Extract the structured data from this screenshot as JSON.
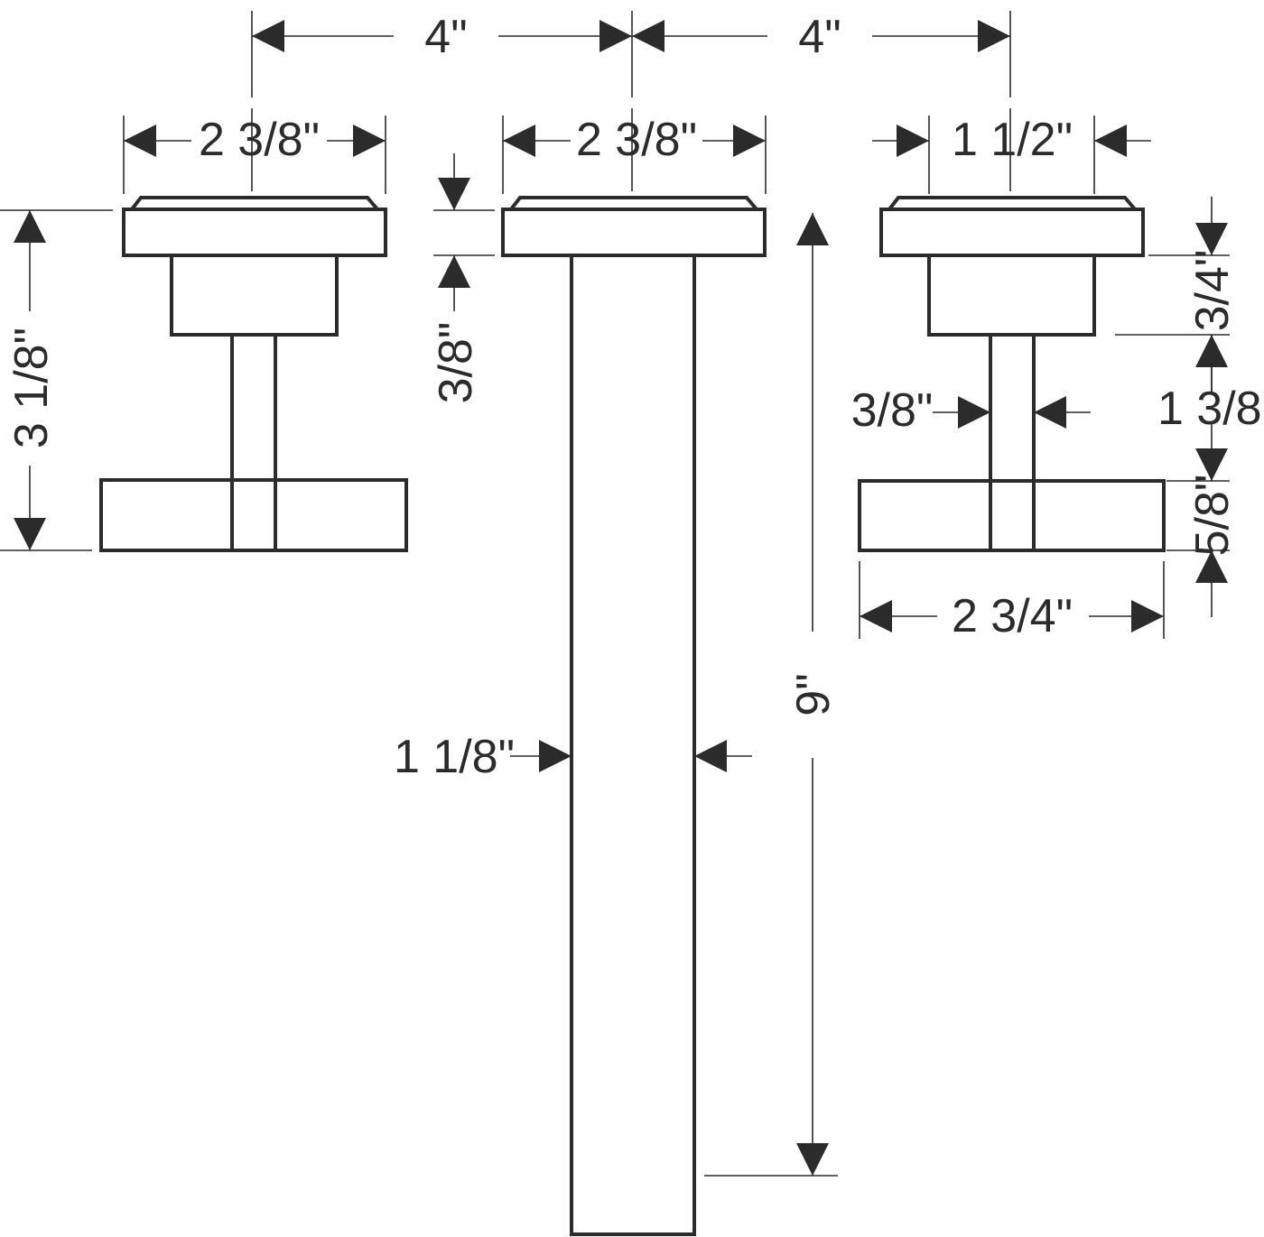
{
  "colors": {
    "ink": "#2b2b2b",
    "background": "#ffffff"
  },
  "dimensions": {
    "spacing_left": "4\"",
    "spacing_right": "4\"",
    "left_handle_width": "2 3/8\"",
    "spout_flange_width": "2 3/8\"",
    "right_handle_cap_width": "1 1/2\"",
    "left_handle_height": "3 1/8\"",
    "spout_flange_height": "3/8\"",
    "spout_length": "9\"",
    "spout_width": "1 1/8\"",
    "right_top_height": "3/4\"",
    "right_stem_height": "1 3/8\"",
    "right_stem_width": "3/8\"",
    "right_base_height": "5/8\"",
    "right_base_width": "2 3/4\""
  }
}
